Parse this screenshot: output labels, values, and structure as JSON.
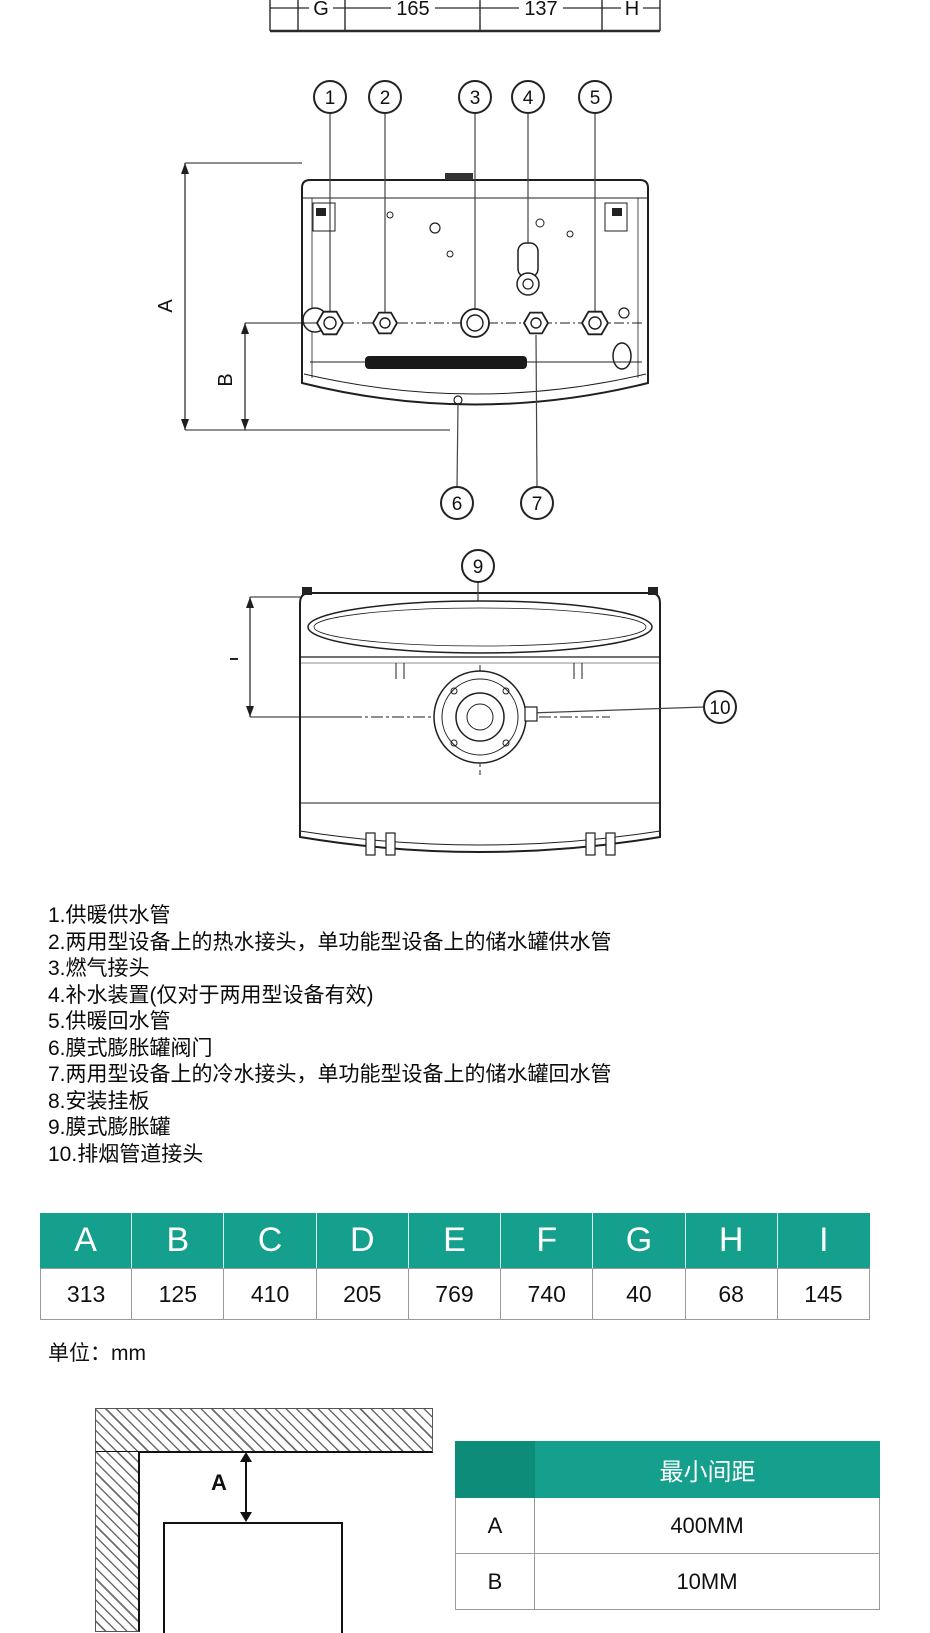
{
  "colors": {
    "teal": "#14A08C",
    "teal-dark": "#0E8C7A"
  },
  "top_dims": {
    "g": "G",
    "d1": "165",
    "d2": "137",
    "h": "H"
  },
  "bottom_view": {
    "callouts_top": [
      "1",
      "2",
      "3",
      "4",
      "5"
    ],
    "callout_6": "6",
    "callout_7": "7",
    "dim_a": "A",
    "dim_b": "B"
  },
  "top_view": {
    "callout_9": "9",
    "callout_10": "10",
    "dim_i": "I"
  },
  "legend": {
    "items": [
      "1.供暖供水管",
      "2.两用型设备上的热水接头，单功能型设备上的储水罐供水管",
      "3.燃气接头",
      "4.补水装置(仅对于两用型设备有效)",
      "5.供暖回水管",
      "6.膜式膨胀罐阀门",
      "7.两用型设备上的冷水接头，单功能型设备上的储水罐回水管",
      "8.安装挂板",
      "9.膜式膨胀罐",
      "10.排烟管道接头"
    ]
  },
  "dim_table": {
    "headers": [
      "A",
      "B",
      "C",
      "D",
      "E",
      "F",
      "G",
      "H",
      "I"
    ],
    "values": [
      "313",
      "125",
      "410",
      "205",
      "769",
      "740",
      "40",
      "68",
      "145"
    ]
  },
  "unit_note": "单位：mm",
  "clearance": {
    "dim_label": "A",
    "header": "最小间距",
    "rows": [
      {
        "label": "A",
        "value": "400MM"
      },
      {
        "label": "B",
        "value": "10MM"
      }
    ]
  }
}
